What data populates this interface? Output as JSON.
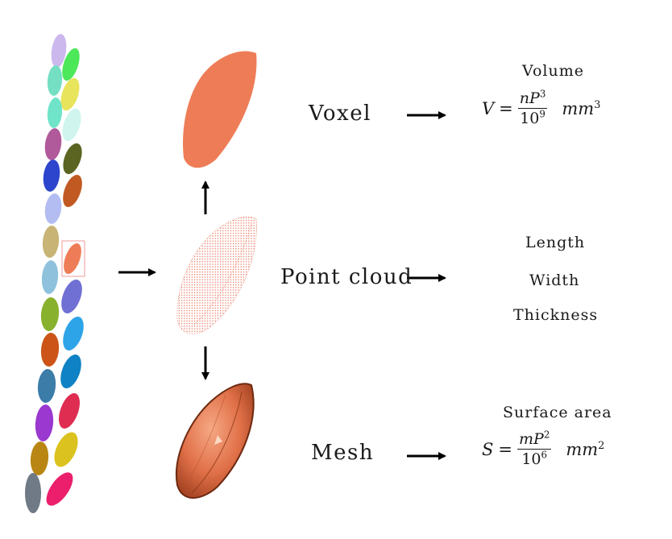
{
  "representations": {
    "voxel": "Voxel",
    "point_cloud": "Point cloud",
    "mesh": "Mesh"
  },
  "features": {
    "volume": "Volume",
    "length": "Length",
    "width": "Width",
    "thickness": "Thickness",
    "surface_area": "Surface area"
  },
  "formulas": {
    "volume": {
      "lhs": "V",
      "num_base": "nP",
      "num_exp": "3",
      "den_base": "10",
      "den_exp": "9",
      "unit_base": "mm",
      "unit_exp": "3"
    },
    "area": {
      "lhs": "S",
      "num_base": "mP",
      "num_exp": "2",
      "den_base": "10",
      "den_exp": "6",
      "unit_base": "mm",
      "unit_exp": "2"
    }
  },
  "colors": {
    "seed_highlight": "#ee7d57",
    "voxel_fill": "#ee7d57",
    "point_cloud": "#e8806a",
    "mesh": "#d9683e",
    "arrow": "#000000",
    "panicle_seeds": [
      "#cdb8ee",
      "#4de85a",
      "#74dfc2",
      "#e8e45c",
      "#6fe4c8",
      "#cff5ee",
      "#b05a9c",
      "#5b6420",
      "#2d45cc",
      "#c15a22",
      "#b4bdf2",
      "#c8b474",
      "#8ec2dc",
      "#7070d4",
      "#88b12e",
      "#2ea4e8",
      "#cc5418",
      "#0e82c4",
      "#3c7ca8",
      "#df2d52",
      "#9a38cf",
      "#dcc21e",
      "#b98613",
      "#ec1f6c",
      "#6f7a86"
    ]
  }
}
